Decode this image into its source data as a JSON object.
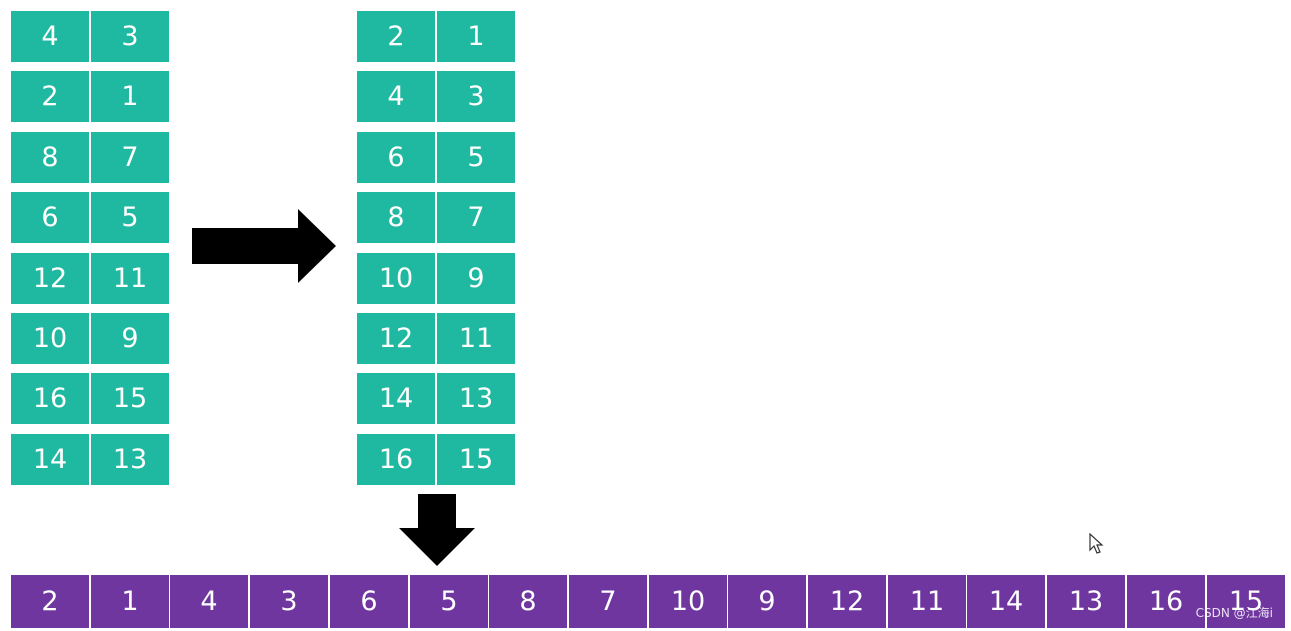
{
  "left_table": {
    "rows": [
      [
        "4",
        "3"
      ],
      [
        "2",
        "1"
      ],
      [
        "8",
        "7"
      ],
      [
        "6",
        "5"
      ],
      [
        "12",
        "11"
      ],
      [
        "10",
        "9"
      ],
      [
        "16",
        "15"
      ],
      [
        "14",
        "13"
      ]
    ]
  },
  "right_table": {
    "rows": [
      [
        "2",
        "1"
      ],
      [
        "4",
        "3"
      ],
      [
        "6",
        "5"
      ],
      [
        "8",
        "7"
      ],
      [
        "10",
        "9"
      ],
      [
        "12",
        "11"
      ],
      [
        "14",
        "13"
      ],
      [
        "16",
        "15"
      ]
    ]
  },
  "bottom_row": [
    "2",
    "1",
    "4",
    "3",
    "6",
    "5",
    "8",
    "7",
    "10",
    "9",
    "12",
    "11",
    "14",
    "13",
    "16",
    "15"
  ],
  "watermark": "CSDN @江海i",
  "colors": {
    "teal": "#1fb8a0",
    "purple": "#7036a0",
    "arrow": "#000000"
  }
}
